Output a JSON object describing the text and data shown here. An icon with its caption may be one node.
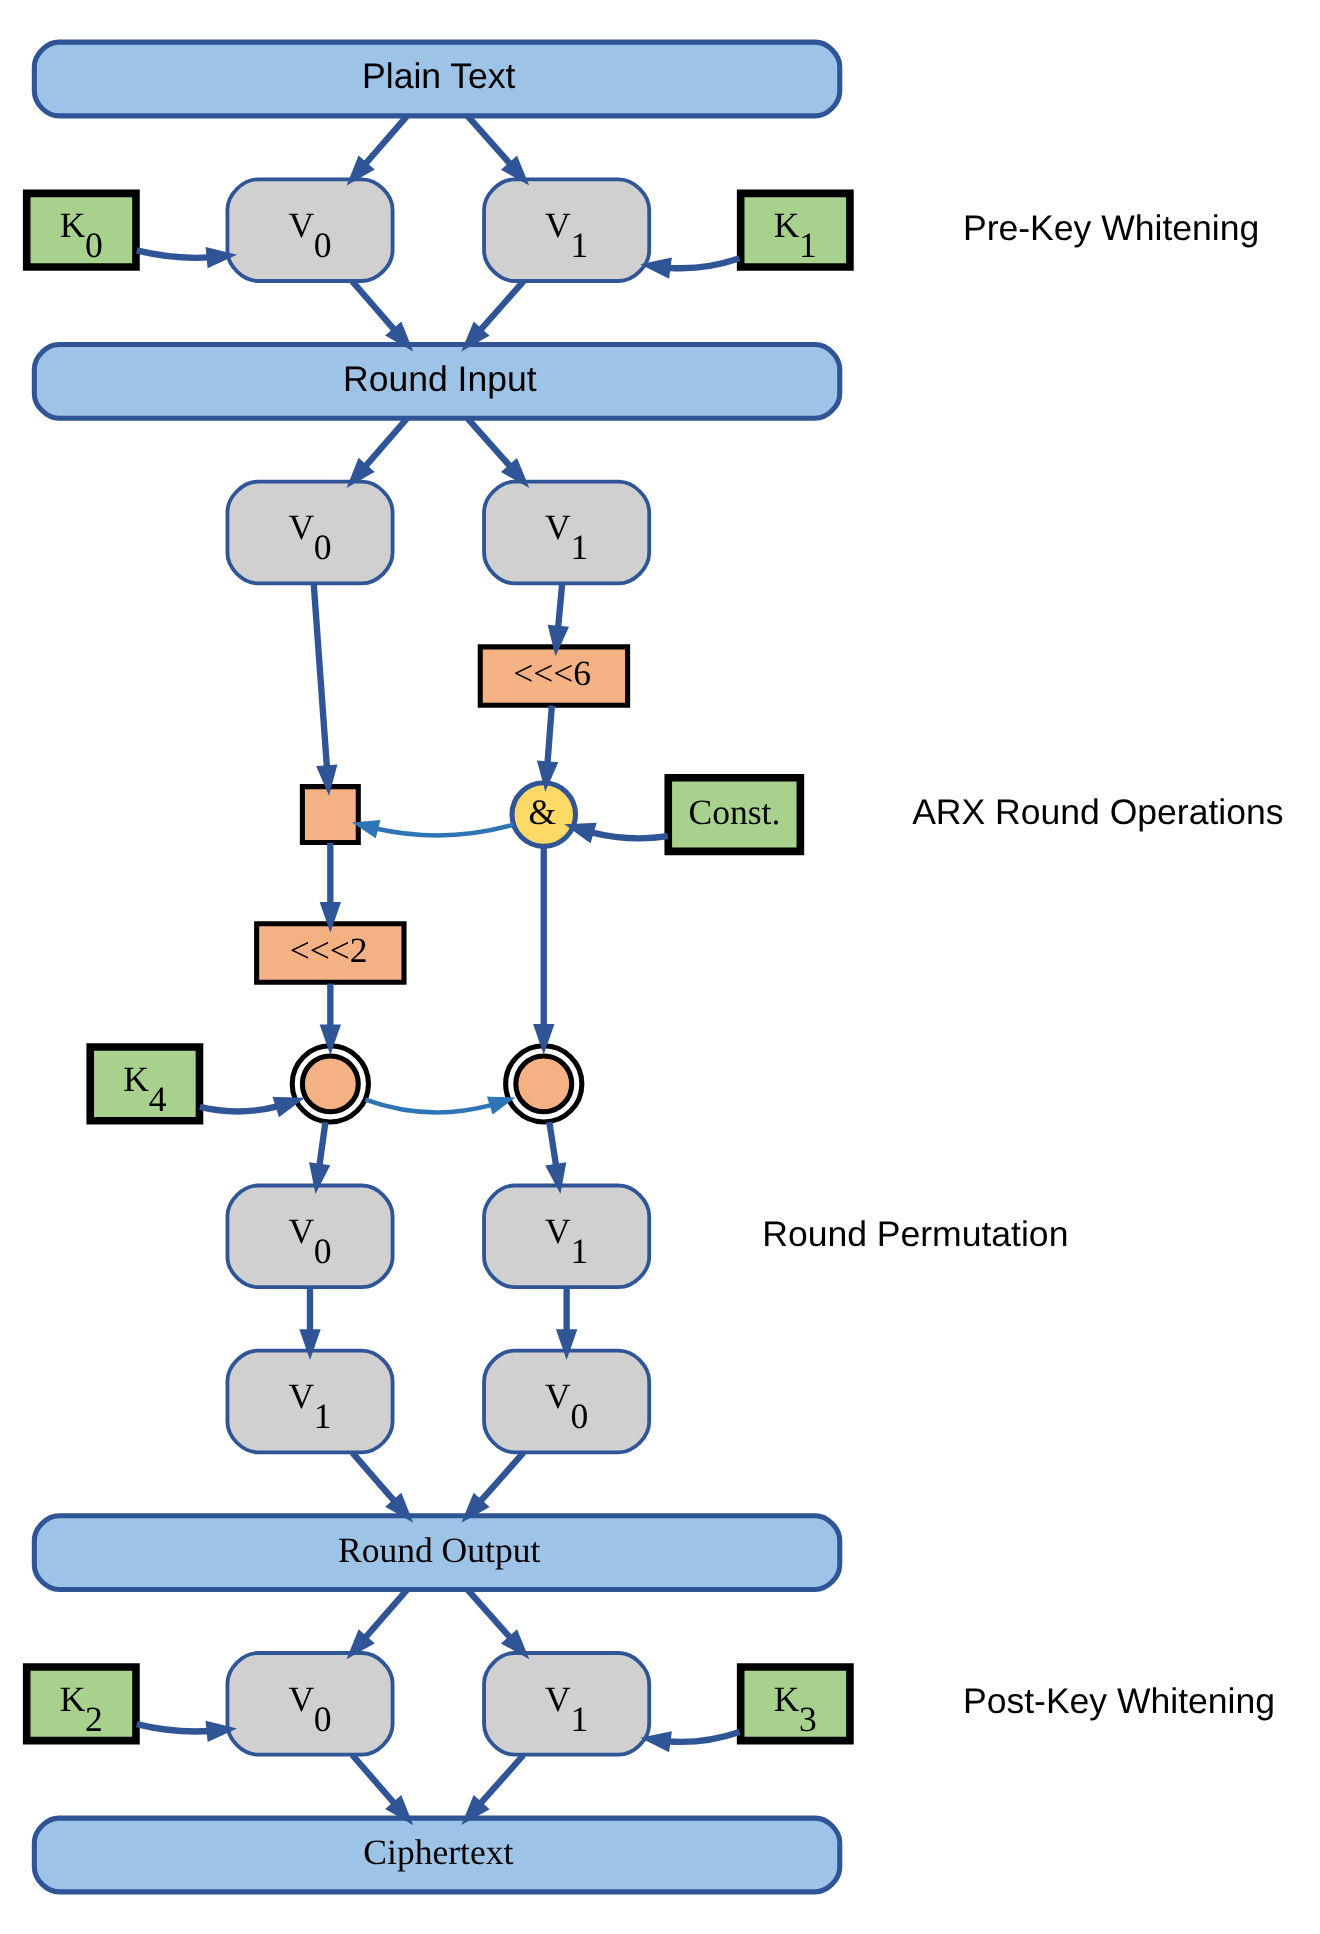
{
  "diagram": {
    "nodes": [
      {
        "text": [
          "Plain Text"
        ]
      },
      {
        "text": [
          "K$_{0}$"
        ]
      },
      {
        "text": [
          "V$_{0}$"
        ]
      },
      {
        "text": [
          "V$_{1}$"
        ]
      },
      {
        "text": [
          "K$_{1}$"
        ]
      },
      {
        "text": [
          "Round Input"
        ]
      },
      {
        "text": [
          "V$_{0}$"
        ]
      },
      {
        "text": [
          "V$_{1}$"
        ]
      },
      {
        "text": [
          "<<<6"
        ]
      },
      {
        "text": [
          "&"
        ]
      },
      {
        "text": [
          "Const."
        ]
      },
      {
        "text": [],
        "shape": "box"
      },
      {
        "text": [
          "<<<2"
        ]
      },
      {
        "text": [
          "K$_{4}$"
        ]
      },
      {
        "text": [],
        "shape": "circle"
      },
      {
        "text": [],
        "shape": "circle"
      },
      {
        "text": [
          "V$_{0}$"
        ]
      },
      {
        "text": [
          "V$_{1}$"
        ]
      },
      {
        "text": [
          "V$_{0}$"
        ]
      },
      {
        "text": [
          "V$_{1}$"
        ]
      },
      {
        "text": [
          "Round Output"
        ]
      },
      {
        "text": [
          "K$_{2}$"
        ]
      },
      {
        "text": [
          "V$_{0}$"
        ]
      },
      {
        "text": [
          "V$_{1}$"
        ]
      },
      {
        "text": [
          "K$_{3}$"
        ]
      },
      {
        "text": [
          "Ciphertext"
        ]
      }
    ],
    "edges": [
      {
        "from": 0,
        "to": 2,
        "arrow": "to"
      },
      {
        "from": 0,
        "to": 3,
        "arrow": "to"
      },
      {
        "from": 1,
        "to": 2,
        "arrow": "to"
      },
      {
        "from": 4,
        "to": 3,
        "arrow": "to"
      },
      {
        "from": 2,
        "to": 5,
        "arrow": "to"
      },
      {
        "from": 3,
        "to": 5,
        "arrow": "to"
      },
      {
        "from": 5,
        "to": 6,
        "arrow": "to"
      },
      {
        "from": 5,
        "to": 7,
        "arrow": "to"
      },
      {
        "from": 6,
        "to": 11,
        "arrow": "to"
      },
      {
        "from": 7,
        "to": 8,
        "arrow": "to"
      },
      {
        "from": 8,
        "to": 9,
        "arrow": "to"
      },
      {
        "from": 10,
        "to": 9,
        "arrow": "to"
      },
      {
        "from": 9,
        "to": 11,
        "arrow": "to",
        "color": "#2e75b6"
      },
      {
        "from": 9,
        "to": 15,
        "arrow": "to"
      },
      {
        "from": 11,
        "to": 12,
        "arrow": "to"
      },
      {
        "from": 12,
        "to": 14,
        "arrow": "to"
      },
      {
        "from": 13,
        "to": 14,
        "arrow": "to"
      },
      {
        "from": 14,
        "to": 15,
        "arrow": "to",
        "color": "#2e75b6"
      },
      {
        "from": 14,
        "to": 16,
        "arrow": "to"
      },
      {
        "from": 15,
        "to": 17,
        "arrow": "to"
      },
      {
        "from": 16,
        "to": 19,
        "arrow": "to"
      },
      {
        "from": 17,
        "to": 18,
        "arrow": "to"
      },
      {
        "from": 18,
        "to": 20,
        "arrow": "to"
      },
      {
        "from": 19,
        "to": 20,
        "arrow": "to"
      },
      {
        "from": 20,
        "to": 22,
        "arrow": "to"
      },
      {
        "from": 20,
        "to": 23,
        "arrow": "to"
      },
      {
        "from": 21,
        "to": 22,
        "arrow": "to"
      },
      {
        "from": 24,
        "to": 23,
        "arrow": "to"
      },
      {
        "from": 22,
        "to": 25,
        "arrow": "to"
      },
      {
        "from": 23,
        "to": 25,
        "arrow": "to"
      }
    ],
    "labels": [
      "Pre-Key Whitening",
      "ARX Round Operations",
      "Round Permutation",
      "Post-Key Whitening"
    ]
  }
}
